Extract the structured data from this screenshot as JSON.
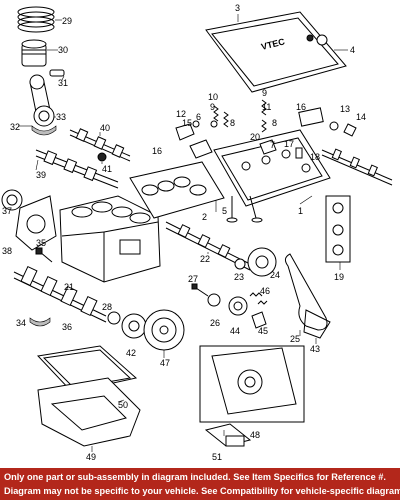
{
  "callouts": [
    {
      "id": "29",
      "label": "29"
    },
    {
      "id": "30",
      "label": "30"
    },
    {
      "id": "31",
      "label": "31"
    },
    {
      "id": "32",
      "label": "32"
    },
    {
      "id": "33",
      "label": "33"
    },
    {
      "id": "40",
      "label": "40"
    },
    {
      "id": "41",
      "label": "41"
    },
    {
      "id": "39",
      "label": "39"
    },
    {
      "id": "37",
      "label": "37"
    },
    {
      "id": "38",
      "label": "38"
    },
    {
      "id": "35",
      "label": "35"
    },
    {
      "id": "21",
      "label": "21"
    },
    {
      "id": "36",
      "label": "36"
    },
    {
      "id": "34",
      "label": "34"
    },
    {
      "id": "3",
      "label": "3"
    },
    {
      "id": "4",
      "label": "4"
    },
    {
      "id": "10",
      "label": "10"
    },
    {
      "id": "9",
      "label": "9"
    },
    {
      "id": "12",
      "label": "12"
    },
    {
      "id": "11",
      "label": "11"
    },
    {
      "id": "6",
      "label": "6"
    },
    {
      "id": "8",
      "label": "8"
    },
    {
      "id": "15",
      "label": "15"
    },
    {
      "id": "16a",
      "label": "16"
    },
    {
      "id": "7",
      "label": "7"
    },
    {
      "id": "20",
      "label": "20"
    },
    {
      "id": "16b",
      "label": "16"
    },
    {
      "id": "13",
      "label": "13"
    },
    {
      "id": "14",
      "label": "14"
    },
    {
      "id": "17",
      "label": "17"
    },
    {
      "id": "18",
      "label": "18"
    },
    {
      "id": "2",
      "label": "2"
    },
    {
      "id": "5",
      "label": "5"
    },
    {
      "id": "1",
      "label": "1"
    },
    {
      "id": "22",
      "label": "22"
    },
    {
      "id": "23",
      "label": "23"
    },
    {
      "id": "24",
      "label": "24"
    },
    {
      "id": "19",
      "label": "19"
    },
    {
      "id": "27",
      "label": "27"
    },
    {
      "id": "26",
      "label": "26"
    },
    {
      "id": "44",
      "label": "44"
    },
    {
      "id": "46",
      "label": "46"
    },
    {
      "id": "45",
      "label": "45"
    },
    {
      "id": "25",
      "label": "25"
    },
    {
      "id": "43",
      "label": "43"
    },
    {
      "id": "28",
      "label": "28"
    },
    {
      "id": "42",
      "label": "42"
    },
    {
      "id": "47",
      "label": "47"
    },
    {
      "id": "50",
      "label": "50"
    },
    {
      "id": "49",
      "label": "49"
    },
    {
      "id": "48",
      "label": "48"
    },
    {
      "id": "51",
      "label": "51"
    }
  ],
  "valve_cover_text": "VTEC",
  "banner": {
    "line1": "Only one part or sub-assembly in diagram included. See Item Specifics for Reference #.",
    "line2": "Diagram may not be specific to your vehicle. See Compatibility for vehicle-specific diagrams."
  },
  "colors": {
    "banner_bg": "#b3271b",
    "banner_text": "#ffffff",
    "line": "#000000"
  }
}
